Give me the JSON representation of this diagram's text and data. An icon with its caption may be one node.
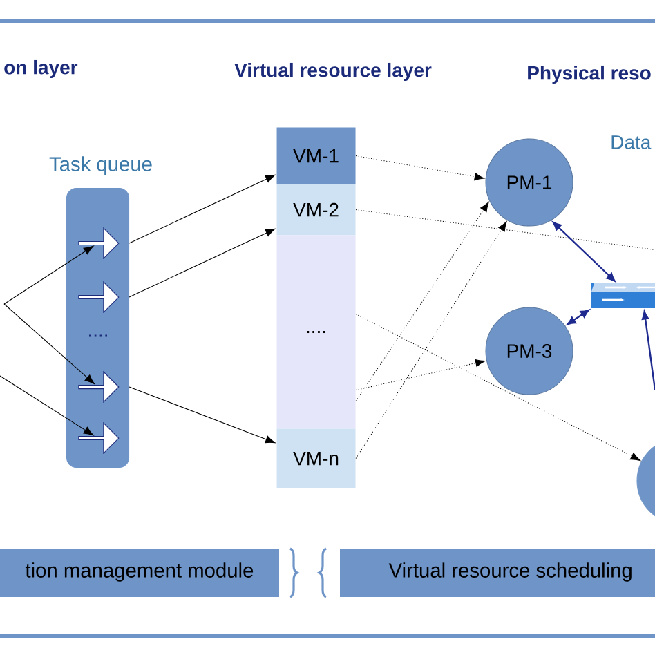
{
  "diagram": {
    "nodes": [
      {
        "text": [
          "Task queue",
          "...."
        ]
      },
      {
        "text": [],
        "shape": "arrow",
        "in": 0
      },
      {
        "text": [],
        "shape": "arrow",
        "in": 0
      },
      {
        "text": [],
        "shape": "arrow",
        "in": 0
      },
      {
        "text": [],
        "shape": "arrow",
        "in": 0
      },
      {
        "text": [
          "VM-1"
        ]
      },
      {
        "text": [
          "VM-2"
        ]
      },
      {
        "text": [
          "...."
        ]
      },
      {
        "text": [
          "VM-n"
        ]
      },
      {
        "text": [
          "PM-1"
        ]
      },
      {
        "text": [
          "PM-3"
        ]
      },
      {
        "text": [],
        "shape": "circle"
      },
      {
        "text": [],
        "shape": "switch"
      },
      {
        "text": [
          "tion management module"
        ]
      },
      {
        "text": [
          "Virtual resource scheduling"
        ]
      }
    ],
    "edges": [
      {
        "from": null,
        "to": 1,
        "arrow": "to"
      },
      {
        "from": null,
        "to": 3,
        "arrow": "to"
      },
      {
        "from": null,
        "to": 4,
        "arrow": "to"
      },
      {
        "from": 1,
        "to": 5,
        "arrow": "to"
      },
      {
        "from": 2,
        "to": 6,
        "arrow": "to"
      },
      {
        "from": 3,
        "to": 8,
        "arrow": "to"
      },
      {
        "from": 5,
        "to": 9,
        "arrow": "to",
        "style": "dashed"
      },
      {
        "from": 6,
        "to": null,
        "arrow": "none",
        "style": "dashed"
      },
      {
        "from": 7,
        "to": 9,
        "arrow": "to",
        "style": "dashed"
      },
      {
        "from": 7,
        "to": 10,
        "arrow": "to",
        "style": "dashed"
      },
      {
        "from": 7,
        "to": 11,
        "arrow": "to",
        "style": "dashed"
      },
      {
        "from": 8,
        "to": 9,
        "arrow": "to",
        "style": "dashed"
      },
      {
        "from": 9,
        "to": 12,
        "arrow": "both",
        "color": "#1f2a8f"
      },
      {
        "from": 10,
        "to": 12,
        "arrow": "both",
        "color": "#1f2a8f"
      },
      {
        "from": null,
        "to": 12,
        "arrow": "to",
        "color": "#1f2a8f"
      }
    ],
    "labels": [
      "on layer",
      "Virtual resource layer",
      "Physical reso",
      "Data"
    ]
  }
}
